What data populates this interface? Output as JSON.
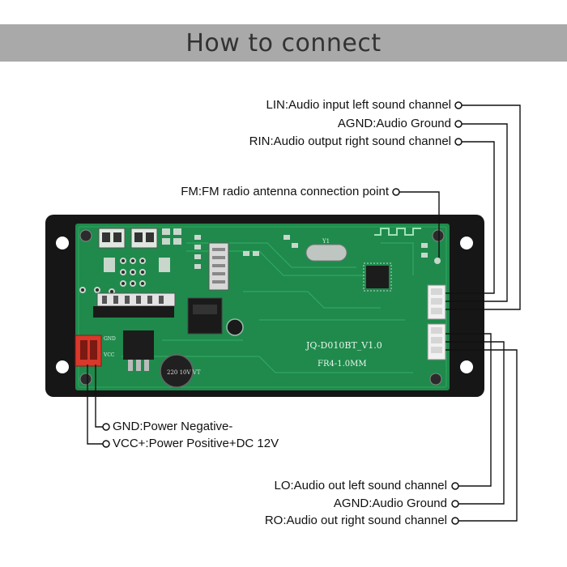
{
  "header": {
    "title": "How to connect"
  },
  "board": {
    "model_label": "JQ-D010BT_V1.0",
    "substrate_label": "FR4-1.0MM",
    "capacitor_label": "220 10V VT"
  },
  "pins": {
    "lin": "LIN:Audio input left sound channel",
    "agnd_top": "AGND:Audio Ground",
    "rin": "RIN:Audio output right sound channel",
    "fm": "FM:FM radio antenna connection point",
    "gnd": "GND:Power Negative-",
    "vcc": "VCC+:Power Positive+DC 12V",
    "lo": "LO:Audio out left sound channel",
    "agnd_bottom": "AGND:Audio Ground",
    "ro": "RO:Audio out right sound channel"
  },
  "colors": {
    "banner": "#a9a9a9",
    "pcb": "#1f8a4c",
    "frame": "#161616",
    "wire": "#111111"
  }
}
